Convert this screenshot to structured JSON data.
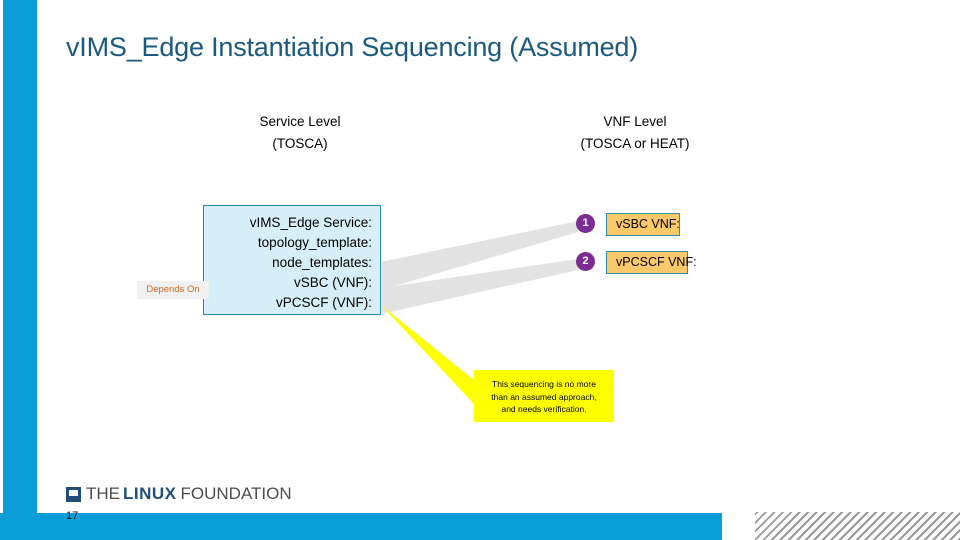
{
  "slide": {
    "title": "vIMS_Edge Instantiation Sequencing (Assumed)",
    "page_number": "17",
    "accent_color": "#0b9dd9",
    "title_color": "#1a5a7e"
  },
  "columns": {
    "service": {
      "heading": "Service Level",
      "subheading": "(TOSCA)"
    },
    "vnf": {
      "heading": "VNF Level",
      "subheading": "(TOSCA or HEAT)"
    }
  },
  "service_box": {
    "fill_color": "#d6eef7",
    "border_color": "#2e8da8",
    "lines": [
      "vIMS_Edge Service:",
      "topology_template:",
      "node_templates:",
      "vSBC (VNF):",
      "vPCSCF (VNF):"
    ]
  },
  "depends_on": {
    "label": "Depends On",
    "text_color": "#d2691e"
  },
  "vnfs": [
    {
      "badge": "1",
      "label": "vSBC VNF:",
      "fill_color": "#fbc86a",
      "badge_color": "#7b2d93"
    },
    {
      "badge": "2",
      "label": "vPCSCF VNF:",
      "fill_color": "#fbc86a",
      "badge_color": "#7b2d93"
    }
  ],
  "callout": {
    "fill_color": "#ffff00",
    "line1": "This sequencing is no more",
    "line2": "than an assumed approach,",
    "line3": "and needs verification."
  },
  "logo": {
    "the": "THE",
    "linux": "LINUX",
    "foundation": "FOUNDATION"
  }
}
